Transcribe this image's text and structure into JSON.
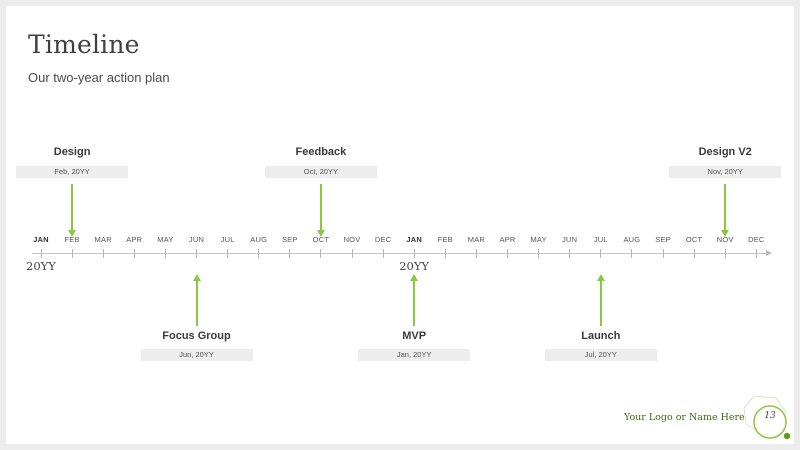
{
  "slide": {
    "title": "Timeline",
    "subtitle": "Our two-year action plan",
    "footer_logo_text": "Your Logo or Name Here",
    "page_number": "13"
  },
  "timeline": {
    "months": [
      "JAN",
      "FEB",
      "MAR",
      "APR",
      "MAY",
      "JUN",
      "JUL",
      "AUG",
      "SEP",
      "OCT",
      "NOV",
      "DEC",
      "JAN",
      "FEB",
      "MAR",
      "APR",
      "MAY",
      "JUN",
      "JUL",
      "AUG",
      "SEP",
      "OCT",
      "NOV",
      "DEC"
    ],
    "bold_months": [
      0,
      12
    ],
    "year_labels": [
      {
        "text": "20YY",
        "month_index": 0
      },
      {
        "text": "20YY",
        "month_index": 12
      }
    ],
    "milestones": [
      {
        "title": "Design",
        "date": "Feb, 20YY",
        "month_index": 1,
        "side": "above"
      },
      {
        "title": "Feedback",
        "date": "Oct, 20YY",
        "month_index": 9,
        "side": "above"
      },
      {
        "title": "Design V2",
        "date": "Nov, 20YY",
        "month_index": 22,
        "side": "above"
      },
      {
        "title": "Focus Group",
        "date": "Jun, 20YY",
        "month_index": 5,
        "side": "below"
      },
      {
        "title": "MVP",
        "date": "Jan, 20YY",
        "month_index": 12,
        "side": "below"
      },
      {
        "title": "Launch",
        "date": "Jul, 20YY",
        "month_index": 18,
        "side": "below"
      }
    ]
  },
  "colors": {
    "accent": "#8dc63f",
    "logo_text": "#3e6a12"
  }
}
